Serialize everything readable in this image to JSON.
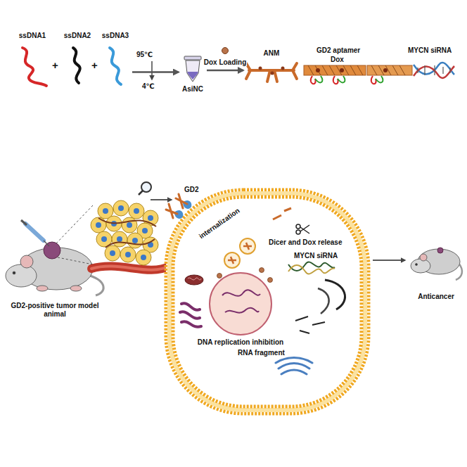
{
  "diagram": {
    "nodes": [
      {
        "text": [
          "ssDNA1"
        ]
      },
      {
        "text": [
          "ssDNA2"
        ]
      },
      {
        "text": [
          "ssDNA3"
        ]
      },
      {
        "text": [
          "AsiNC"
        ]
      },
      {
        "text": [
          "ANM"
        ]
      },
      {
        "text": [
          "GD2-positive tumor model animal"
        ]
      },
      {
        "text": [
          "DNA replication inhibition"
        ]
      },
      {
        "text": [
          "Anticancer"
        ]
      }
    ],
    "edges": [
      {
        "from": 2,
        "to": 3,
        "arrow": "to"
      },
      {
        "from": 3,
        "to": 4,
        "label": "Dox Loading",
        "arrow": "to"
      }
    ],
    "labels": [
      "+",
      "+",
      "95℃",
      "4℃",
      "GD2 aptamer",
      "Dox",
      "MYCN siRNA",
      "GD2",
      "internalization",
      "Dicer and Dox release",
      "MYCN siRNA",
      "RNA fragment"
    ]
  }
}
